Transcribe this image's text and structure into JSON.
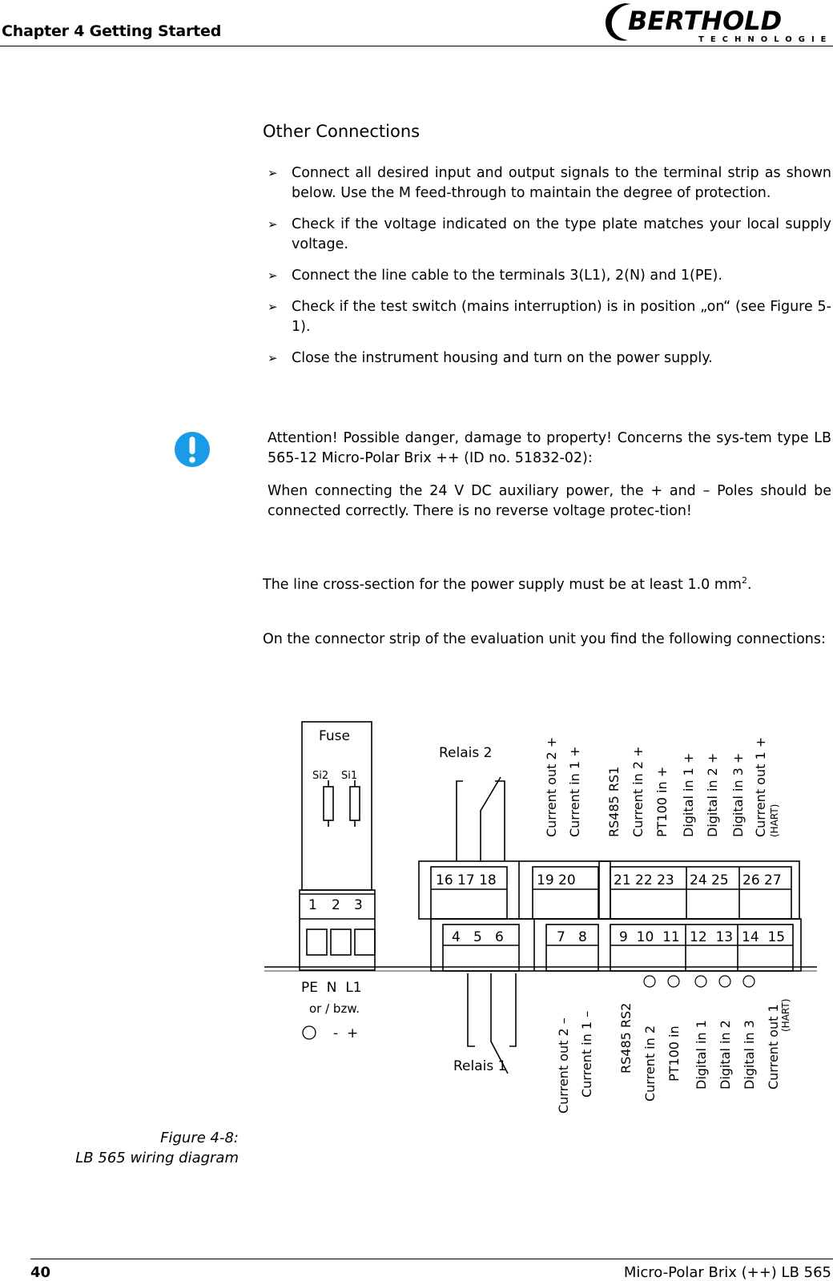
{
  "header": {
    "chapter": "Chapter 4 Getting Started",
    "logo": {
      "brand": "BERTHOLD",
      "sub": "TECHNOLOGIES"
    }
  },
  "section": {
    "title": "Other Connections",
    "bullets": [
      "Connect all desired input and output signals to the terminal strip as shown below. Use the M feed-through to maintain the degree of protection.",
      "Check if the voltage indicated on the type plate matches your local supply voltage.",
      "Connect the line cable to the terminals 3(L1), 2(N) and 1(PE).",
      "Check if the test switch (mains interruption) is in position „on“ (see Figure 5-1).",
      "Close the instrument housing and turn on the power supply."
    ],
    "bullet_glyph": "➢"
  },
  "attention": {
    "icon": "exclamation-icon",
    "color": "#1a9be8",
    "p1": "Attention! Possible danger, damage to property! Concerns the sys-tem type LB 565-12 Micro-Polar Brix ++ (ID no.  51832-02):",
    "p2": "When connecting the 24 V DC auxiliary power, the + and – Poles should be connected correctly. There is no reverse voltage protec-tion!"
  },
  "body": {
    "cross_section": "The line cross-section for the power supply must be at least 1.0 mm",
    "cross_section_sup": "2",
    "cross_section_end": ".",
    "connector_intro": "On the connector strip of the evaluation unit you find the following connections:"
  },
  "diagram": {
    "fuse_label": "Fuse",
    "fuse_items": [
      "Si2",
      "Si1"
    ],
    "power_terminals": [
      "1",
      "2",
      "3"
    ],
    "power_labels": "PE  N  L1",
    "power_alt": "or / bzw.",
    "power_alt_labels": "-  +",
    "relay2_label": "Relais  2",
    "relay1_label": "Relais  1",
    "top_terminals": [
      "16 17 18",
      "19 20",
      "21 22 23",
      "24 25",
      "26 27"
    ],
    "bottom_terminals": [
      "4   5   6",
      "7   8",
      "9  10  11",
      "12  13",
      "14  15"
    ],
    "top_labels": [
      "Current  out  2  +",
      "Current  in  1  +",
      "RS485  RS1",
      "Current  in  2  +",
      "PT100  in  +",
      "Digital  in  1  +",
      "Digital  in  2  +",
      "Digital  in  3  +",
      "Current  out  1  +"
    ],
    "top_hart": "(HART)",
    "bottom_labels": [
      "Current  out  2  –",
      "Current  in  1  –",
      "RS485  RS2",
      "Current  in  2",
      "PT100  in",
      "Digital  in  1",
      "Digital  in  2",
      "Digital  in  3",
      "Current  out  1"
    ],
    "bottom_hart": "(HART)"
  },
  "figure": {
    "number": "Figure 4-8:",
    "caption": "LB 565 wiring diagram"
  },
  "footer": {
    "page": "40",
    "doc": "Micro-Polar Brix (++) LB 565"
  }
}
